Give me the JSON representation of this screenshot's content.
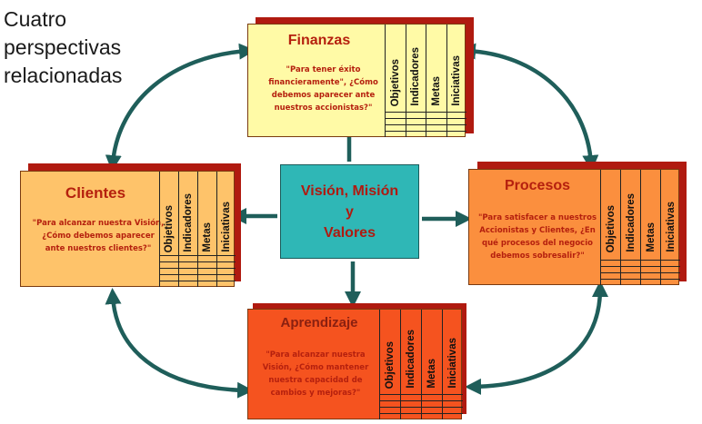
{
  "title_lines": [
    "Cuatro",
    "perspectivas",
    "relacionadas"
  ],
  "center": {
    "lines": [
      "Visión, Misión",
      "y",
      "Valores"
    ],
    "color": "#2fb7b6"
  },
  "columns": [
    "Objetivos",
    "Indicadores",
    "Metas",
    "Iniciativas"
  ],
  "cards": {
    "finanzas": {
      "title": "Finanzas",
      "quote": "\"Para tener éxito financieramente\", ¿Cómo debemos aparecer ante nuestros accionistas?\"",
      "color": "#fffaa6"
    },
    "clientes": {
      "title": "Clientes",
      "quote": "\"Para alcanzar nuestra Visión, ¿Cómo debemos aparecer ante nuestros clientes?\"",
      "color": "#fec36a"
    },
    "procesos": {
      "title": "Procesos",
      "quote": "\"Para satisfacer a nuestros Accionistas y Clientes, ¿En qué procesos del negocio debemos sobresalir?\"",
      "color": "#fb8f3e"
    },
    "aprendizaje": {
      "title": "Aprendizaje",
      "quote": "\"Para alcanzar nuestra Visión, ¿Cómo mantener nuestra capacidad de cambios y mejoras?\"",
      "color": "#f5531f"
    }
  },
  "colors": {
    "arrow": "#1f5e5a",
    "shadow": "#b01a10",
    "text_red": "#b5200e"
  }
}
